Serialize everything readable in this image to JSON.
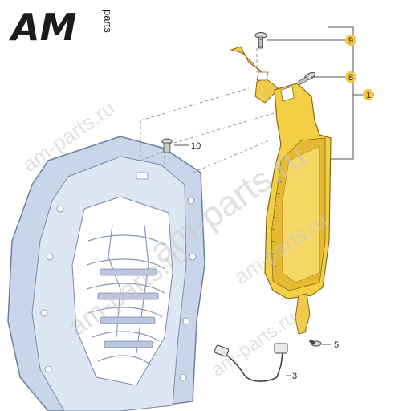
{
  "logo": {
    "brand": "AM",
    "sub": "parts"
  },
  "watermarks": [
    "am-parts.ru",
    "am-parts.ru",
    "am-parts.ru",
    "am-parts.ru",
    "am-parts.ru"
  ],
  "callouts": {
    "c9": "9",
    "c8": "8",
    "c1": "1",
    "c10": "10",
    "c5": "5",
    "c3": "3"
  },
  "colors": {
    "frame": "#c9d6ea",
    "frame_stroke": "#6e7f9c",
    "airbag": "#f2cf45",
    "airbag_dark": "#c99a1c",
    "badge": "#f4c542",
    "line": "#555555"
  }
}
